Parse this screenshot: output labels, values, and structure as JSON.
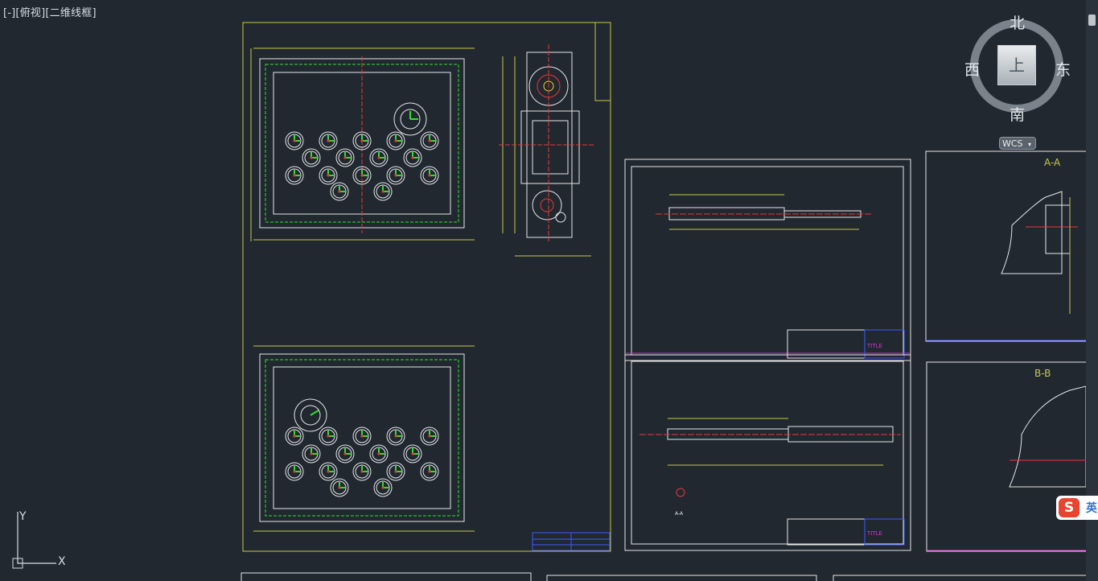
{
  "viewport": {
    "label": "[-][俯视][二维线框]"
  },
  "viewcube": {
    "north": "北",
    "south": "南",
    "east": "东",
    "west": "西",
    "face": "上",
    "wcs_label": "WCS"
  },
  "drawing": {
    "section_aa": "A-A",
    "section_bb": "B-B",
    "title_1": "TITLE",
    "title_2": "TITLE",
    "small_label_aa": "A-A"
  },
  "ucs": {
    "y_label": "Y",
    "x_label": "X"
  },
  "ime": {
    "lang": "英",
    "logo": "S"
  },
  "colors": {
    "background": "#212830",
    "border": "#c7c74a",
    "red": "#e23a3a",
    "green": "#2ee02e",
    "blue": "#3a5cff",
    "magenta": "#d632d6",
    "white": "#e6e6e6"
  }
}
